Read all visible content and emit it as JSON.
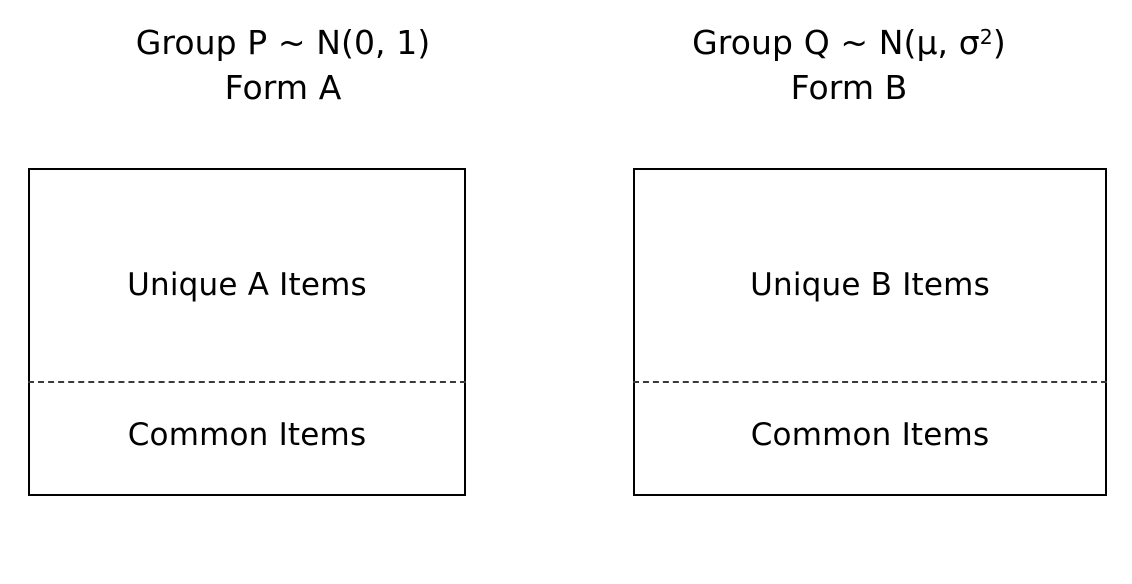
{
  "figure": {
    "type": "diagram",
    "description": "Two-group common-item nonequivalent groups design",
    "background_color": "#ffffff",
    "line_color": "#000000",
    "divider_color": "#3a3a3a"
  },
  "panels": [
    {
      "id": "left",
      "title_line1": "Group P ~ N(0, 1)",
      "title_line2": "Form A",
      "box": {
        "unique_label": "Unique A Items",
        "common_label": "Common Items"
      }
    },
    {
      "id": "right",
      "title_line1_pre": "Group Q ~ N(μ, σ",
      "title_line1_sup": "2",
      "title_line1_post": ")",
      "title_line2": "Form B",
      "box": {
        "unique_label": "Unique B Items",
        "common_label": "Common Items"
      }
    }
  ]
}
